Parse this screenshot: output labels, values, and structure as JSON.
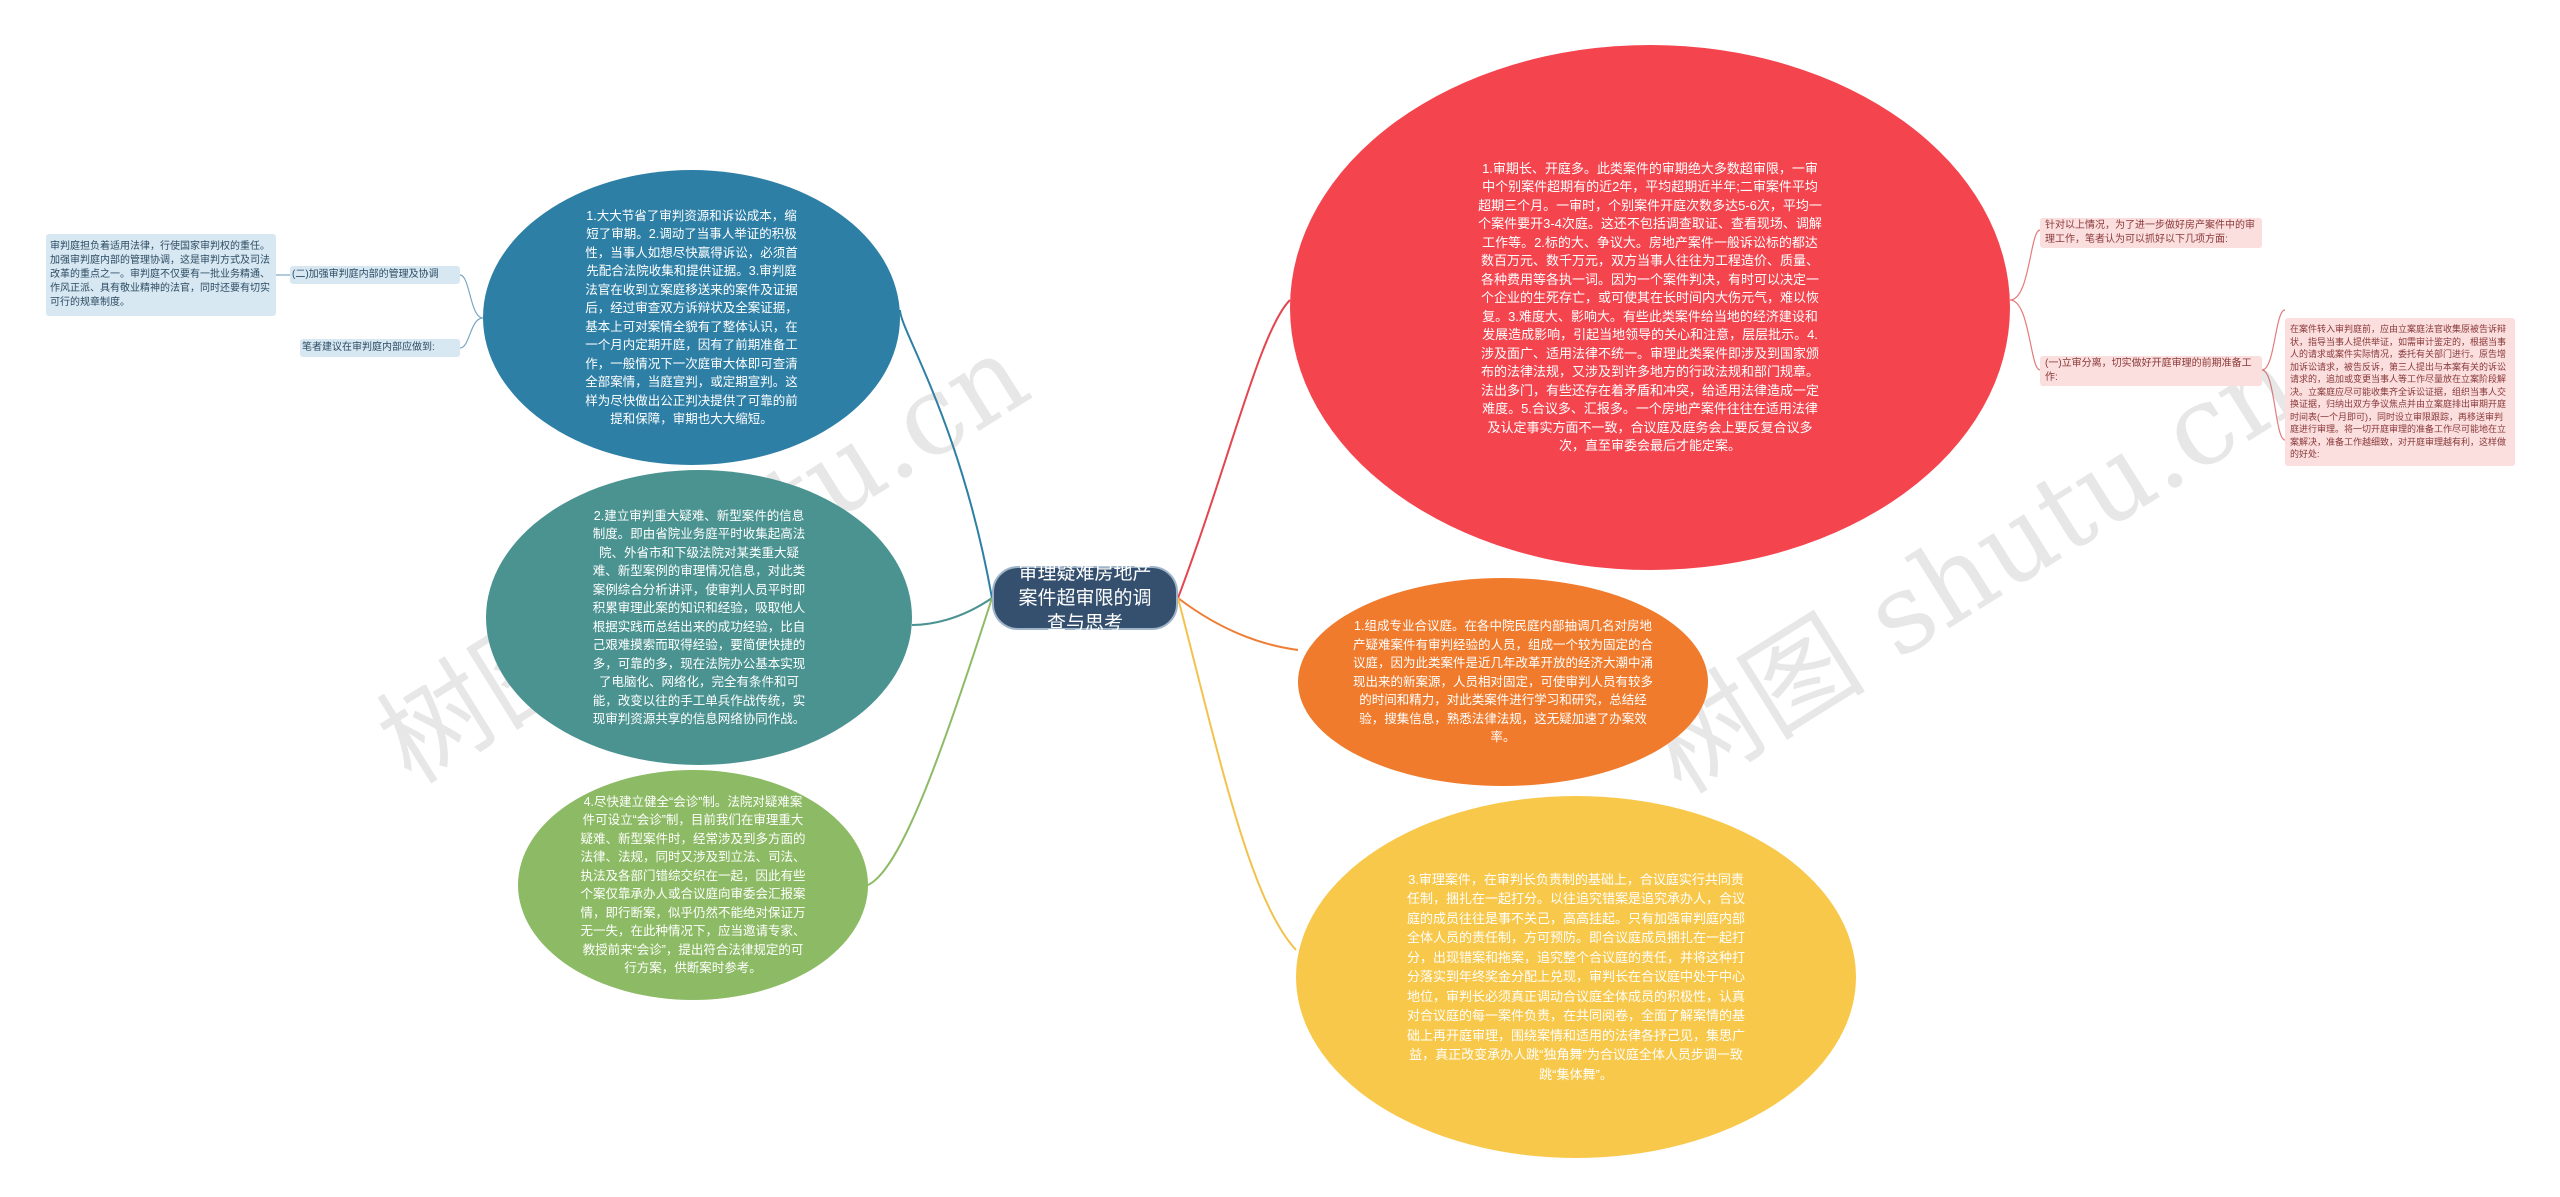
{
  "center": {
    "title": "审理疑难房地产案件超审限的调查与思考"
  },
  "colors": {
    "red": "#f4444e",
    "orange": "#f07b2c",
    "yellow": "#f8c84a",
    "blue": "#2e7fa6",
    "teal": "#4a9391",
    "green": "#8dbb65",
    "leaf_blue": "#d7e8f2",
    "leaf_red": "#fbdede"
  },
  "right": {
    "red": "1.审期长、开庭多。此类案件的审期绝大多数超审限，一审中个别案件超期有的近2年，平均超期近半年;二审案件平均超期三个月。一审时，个别案件开庭次数多达5-6次，平均一个案件要开3-4次庭。这还不包括调查取证、查看现场、调解工作等。2.标的大、争议大。房地产案件一般诉讼标的都达数百万元、数千万元，双方当事人往往为工程造价、质量、各种费用等各执一词。因为一个案件判决，有时可以决定一个企业的生死存亡，或可使其在长时间内大伤元气，难以恢复。3.难度大、影响大。有些此类案件给当地的经济建设和发展造成影响，引起当地领导的关心和注意，层层批示。4.涉及面广、适用法律不统一。审理此类案件即涉及到国家颁布的法律法规，又涉及到许多地方的行政法规和部门规章。法出多门，有些还存在着矛盾和冲突，给适用法律造成一定难度。5.合议多、汇报多。一个房地产案件往往在适用法律及认定事实方面不一致，合议庭及庭务会上要反复合议多次，直至审委会最后才能定案。",
    "orange": "1.组成专业合议庭。在各中院民庭内部抽调几名对房地产疑难案件有审判经验的人员，组成一个较为固定的合议庭，因为此类案件是近几年改革开放的经济大潮中涌现出来的新案源，人员相对固定，可使审判人员有较多的时间和精力，对此类案件进行学习和研究，总结经验，搜集信息，熟悉法律法规，这无疑加速了办案效率。",
    "yellow": "3.审理案件，在审判长负责制的基础上，合议庭实行共同责任制，捆扎在一起打分。以往追究错案是追究承办人，合议庭的成员往往是事不关己，高高挂起。只有加强审判庭内部全体人员的责任制，方可预防。即合议庭成员捆扎在一起打分，出现错案和拖案，追究整个合议庭的责任，并将这种打分落实到年终奖金分配上兑现，审判长在合议庭中处于中心地位，审判长必须真正调动合议庭全体成员的积极性，认真对合议庭的每一案件负责，在共同阅卷，全面了解案情的基础上再开庭审理，围绕案情和适用的法律各抒己见，集思广益，真正改变承办人跳“独角舞”为合议庭全体人员步调一致跳“集体舞”。",
    "leaf_top": "针对以上情况，为了进一步做好房产案件中的审理工作，笔者认为可以抓好以下几项方面:",
    "leaf_mid": "(一)立审分离，切实做好开庭审理的前期准备工作:",
    "leaf_far": "在案件转入审判庭前，应由立案庭法官收集原被告诉辩状，指导当事人提供举证，如需审计鉴定的，根据当事人的请求或案件实际情况，委托有关部门进行。原告增加诉讼请求，被告反诉，第三人提出与本案有关的诉讼请求的，追加或变更当事人等工作尽量放在立案阶段解决。立案庭应尽可能收集齐全诉讼证据，组织当事人交换证据，归纳出双方争议焦点并由立案庭排出审期开庭时间表(一个月即可)，同时设立审限跟踪，再移送审判庭进行审理。将一切开庭审理的准备工作尽可能地在立案解决，准备工作越细致，对开庭审理越有利，这样做的好处:"
  },
  "left": {
    "blue": "1.大大节省了审判资源和诉讼成本，缩短了审期。2.调动了当事人举证的积极性，当事人如想尽快赢得诉讼，必须首先配合法院收集和提供证据。3.审判庭法官在收到立案庭移送来的案件及证据后，经过审查双方诉辩状及全案证据，基本上可对案情全貌有了整体认识，在一个月内定期开庭，因有了前期准备工作，一般情况下一次庭审大体即可查清全部案情，当庭宣判，或定期宣判。这样为尽快做出公正判决提供了可靠的前提和保障，审期也大大缩短。",
    "teal": "2.建立审判重大疑难、新型案件的信息制度。即由省院业务庭平时收集起高法院、外省市和下级法院对某类重大疑难、新型案例的审理情况信息，对此类案例综合分析讲评，使审判人员平时即积累审理此案的知识和经验，吸取他人根据实践而总结出来的成功经验，比自己艰难摸索而取得经验，要简便快捷的多，可靠的多，现在法院办公基本实现了电脑化、网络化，完全有条件和可能，改变以往的手工单兵作战传统，实现审判资源共享的信息网络协同作战。",
    "green": "4.尽快建立健全“会诊”制。法院对疑难案件可设立“会诊”制，目前我们在审理重大疑难、新型案件时，经常涉及到多方面的法律、法规，同时又涉及到立法、司法、执法及各部门错综交织在一起，因此有些个案仅靠承办人或合议庭向审委会汇报案情，即行断案，似乎仍然不能绝对保证万无一失，在此种情况下，应当邀请专家、教授前来“会诊”，提出符合法律规定的可行方案，供断案时参考。",
    "leaf_label1": "(二)加强审判庭内部的管理及协调",
    "leaf_label2": "笔者建议在审判庭内部应做到:",
    "leaf_text": "审判庭担负着适用法律，行使国家审判权的重任。加强审判庭内部的管理协调，这是审判方式及司法改革的重点之一。审判庭不仅要有一批业务精通、作风正派、具有敬业精神的法官，同时还要有切实可行的规章制度。"
  },
  "watermarks": [
    "树图 shutu.cn",
    "树图 shutu.cn"
  ]
}
